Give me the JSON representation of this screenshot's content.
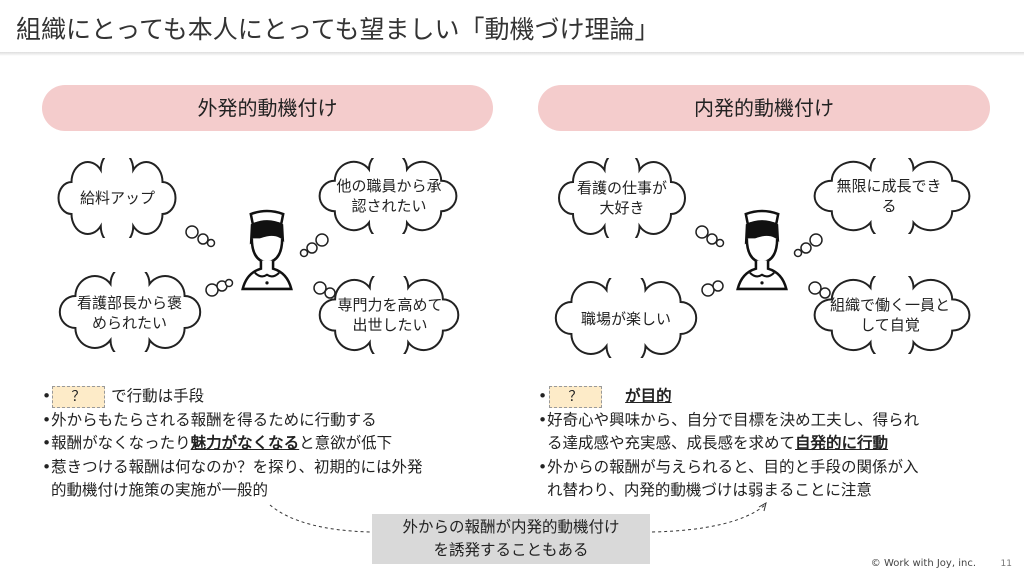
{
  "title": "組織にとっても本人にとっても望ましい「動機づけ理論」",
  "left": {
    "header": "外発的動機付け",
    "clouds": [
      "給料アップ",
      "他の職員から承認されたい",
      "看護部長から褒められたい",
      "専門力を高めて出世したい"
    ],
    "answer": "？",
    "b1_rest": "で行動は手段",
    "b2": "•外からもたらされる報酬を得るために行動する",
    "b3a": "•報酬がなくなったり",
    "b3b": "魅力がなくなる",
    "b3c": "と意欲が低下",
    "b4": "•惹きつける報酬は何なのか？を探り、初期的には外発",
    "b4b": "的動機付け施策の実施が一般的"
  },
  "right": {
    "header": "内発的動機付け",
    "clouds": [
      "看護の仕事が大好き",
      "無限に成長できる",
      "職場が楽しい",
      "組織で働く一員として自覚"
    ],
    "answer": "？",
    "b1_rest": "が目的",
    "b2": "•好奇心や興味から、自分で目標を決め工夫し、得られ",
    "b2b": "る達成感や充実感、成長感を求めて",
    "b2c": "自発的に行動",
    "b3": "•外からの報酬が与えられると、目的と手段の関係が入",
    "b3b": "れ替わり、内発的動機づけは弱まることに注意"
  },
  "bottom": {
    "line1": "外からの報酬が内発的動機付け",
    "line2": "を誘発することもある"
  },
  "footer": {
    "copyright": "© Work with Joy, inc.",
    "page": "11"
  }
}
